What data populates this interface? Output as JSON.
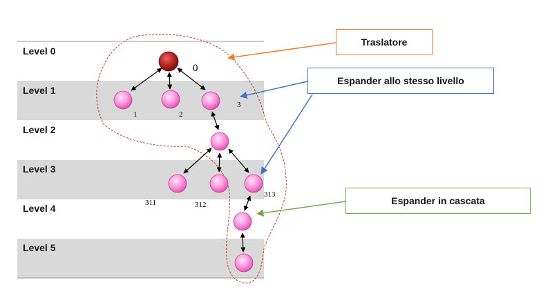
{
  "levels": [
    "Level 0",
    "Level 1",
    "Level 2",
    "Level 3",
    "Level 4",
    "Level 5"
  ],
  "nodes": {
    "root": "0",
    "level1": [
      "1",
      "2",
      "3"
    ],
    "level3": [
      "311",
      "312",
      "313"
    ]
  },
  "callouts": {
    "traslatore": "Traslatore",
    "espander_stesso_livello": "Espander allo stesso livello",
    "espander_cascata": "Espander in cascata"
  },
  "colors": {
    "band_gray": "#d9d9d9",
    "root_node": "#b22222",
    "child_node": "#ff99dd",
    "dashed_outline": "#c0392b",
    "orange_arrow": "#ed7d31",
    "blue_arrow": "#4472c4",
    "green_arrow": "#70ad47"
  }
}
